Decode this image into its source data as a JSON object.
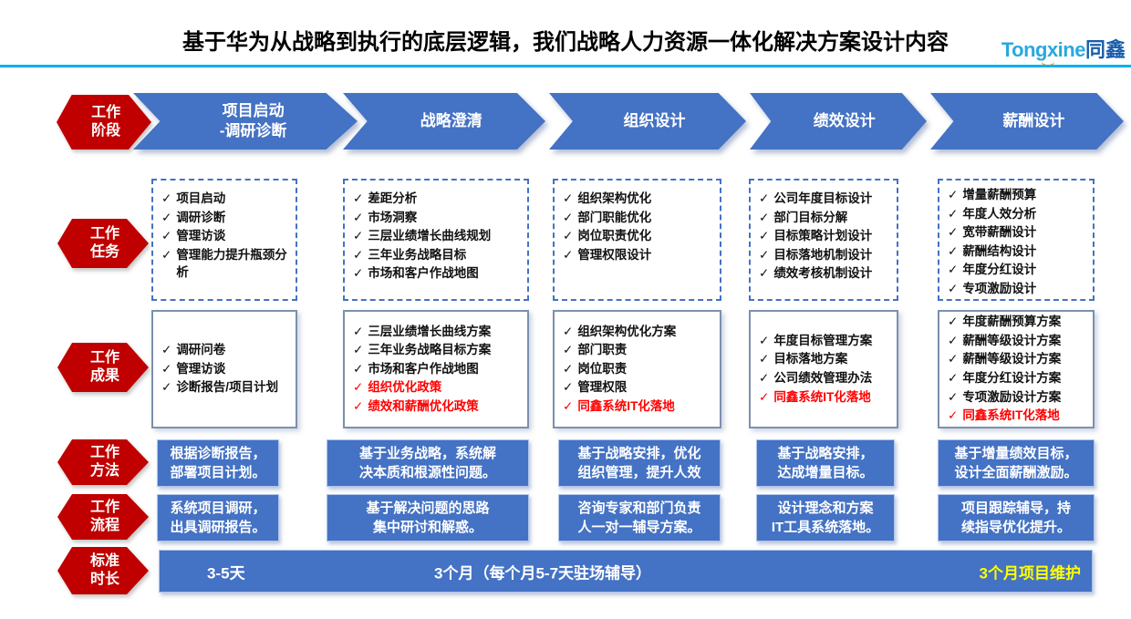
{
  "header": {
    "title": "基于华为从战略到执行的底层逻辑，我们战略人力资源一体化解决方案设计内容",
    "logo_latin": "Tongxine",
    "logo_cjk": "同鑫"
  },
  "glyphs": {
    "check": "✓"
  },
  "colors": {
    "label_red": "#C00000",
    "arrow_blue": "#4472C4",
    "divider_cyan": "#00B0F0",
    "emphasis_red": "#FF0000",
    "duration_yellow": "#FFFF00"
  },
  "row_labels": {
    "phase": "工作\n阶段",
    "task": "工作\n任务",
    "output": "工作\n成果",
    "method": "工作\n方法",
    "process": "工作\n流程",
    "duration": "标准\n时长"
  },
  "phases": [
    "项目启动\n-调研诊断",
    "战略澄清",
    "组织设计",
    "绩效设计",
    "薪酬设计"
  ],
  "tasks": [
    {
      "items": [
        {
          "text": "项目启动"
        },
        {
          "text": "调研诊断"
        },
        {
          "text": "管理访谈"
        },
        {
          "text": "管理能力提升瓶颈分析"
        }
      ]
    },
    {
      "items": [
        {
          "text": "差距分析"
        },
        {
          "text": "市场洞察"
        },
        {
          "text": "三层业绩增长曲线规划"
        },
        {
          "text": "三年业务战略目标"
        },
        {
          "text": "市场和客户作战地图"
        }
      ]
    },
    {
      "items": [
        {
          "text": "组织架构优化"
        },
        {
          "text": "部门职能优化"
        },
        {
          "text": "岗位职责优化"
        },
        {
          "text": "管理权限设计"
        }
      ]
    },
    {
      "items": [
        {
          "text": "公司年度目标设计"
        },
        {
          "text": "部门目标分解"
        },
        {
          "text": "目标策略计划设计"
        },
        {
          "text": "目标落地机制设计"
        },
        {
          "text": "绩效考核机制设计"
        }
      ]
    },
    {
      "items": [
        {
          "text": "增量薪酬预算"
        },
        {
          "text": "年度人效分析"
        },
        {
          "text": "宽带薪酬设计"
        },
        {
          "text": "薪酬结构设计"
        },
        {
          "text": "年度分红设计"
        },
        {
          "text": "专项激励设计"
        }
      ]
    }
  ],
  "outputs": [
    {
      "items": [
        {
          "text": "调研问卷"
        },
        {
          "text": "管理访谈"
        },
        {
          "text": "诊断报告/项目计划"
        }
      ]
    },
    {
      "items": [
        {
          "text": "三层业绩增长曲线方案"
        },
        {
          "text": "三年业务战略目标方案"
        },
        {
          "text": "市场和客户作战地图"
        },
        {
          "text": "组织优化政策",
          "red": true
        },
        {
          "text": "绩效和薪酬优化政策",
          "red": true
        }
      ]
    },
    {
      "items": [
        {
          "text": "组织架构优化方案"
        },
        {
          "text": "部门职责"
        },
        {
          "text": "岗位职责"
        },
        {
          "text": "管理权限"
        },
        {
          "text": "同鑫系统IT化落地",
          "red": true
        }
      ]
    },
    {
      "items": [
        {
          "text": "年度目标管理方案"
        },
        {
          "text": "目标落地方案"
        },
        {
          "text": "公司绩效管理办法"
        },
        {
          "text": "同鑫系统IT化落地",
          "red": true
        }
      ]
    },
    {
      "items": [
        {
          "text": "年度薪酬预算方案"
        },
        {
          "text": "薪酬等级设计方案"
        },
        {
          "text": "薪酬等级设计方案"
        },
        {
          "text": "年度分红设计方案"
        },
        {
          "text": "专项激励设计方案"
        },
        {
          "text": "同鑫系统IT化落地",
          "red": true
        }
      ]
    }
  ],
  "methods": [
    "根据诊断报告，\n部署项目计划。",
    "基于业务战略，系统解\n决本质和根源性问题。",
    "基于战略安排，优化\n组织管理，提升人效",
    "基于战略安排，\n达成增量目标。",
    "基于增量绩效目标，\n设计全面薪酬激励。"
  ],
  "processes": [
    "系统项目调研，\n出具调研报告。",
    "基于解决问题的思路\n集中研讨和解惑。",
    "咨询专家和部门负责\n人一对一辅导方案。",
    "设计理念和方案\nIT工具系统落地。",
    "项目跟踪辅导，持\n续指导优化提升。"
  ],
  "duration": {
    "phase1": "3-5天",
    "phase2_4": "3个月（每个月5-7天驻场辅导）",
    "phase5": "3个月项目维护"
  }
}
